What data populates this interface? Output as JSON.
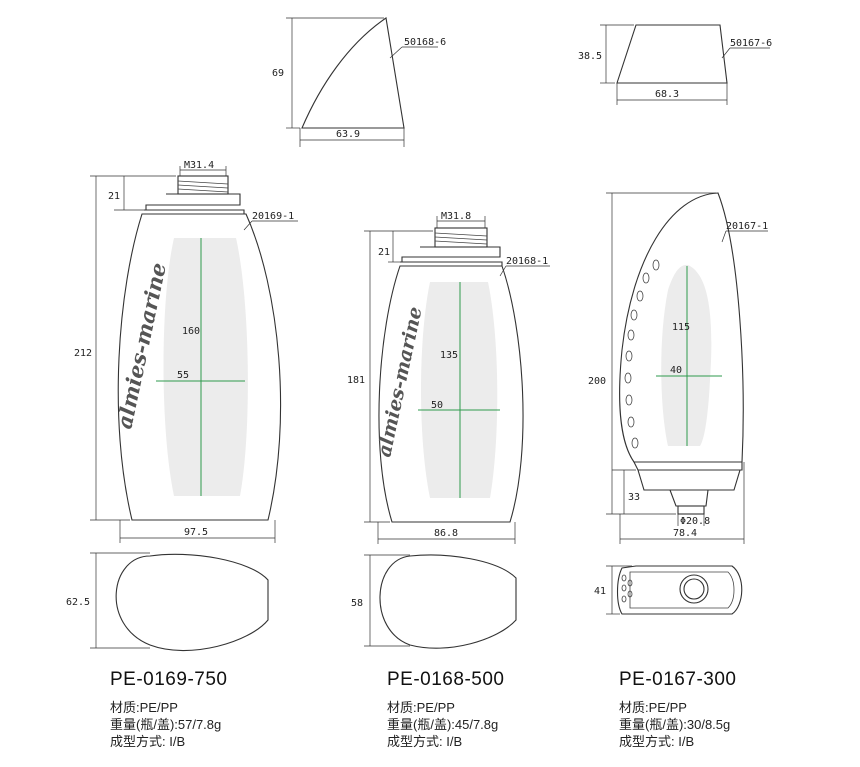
{
  "drawings": {
    "cap_50168": {
      "code": "50168-6",
      "height": "69",
      "width": "63.9"
    },
    "cap_50167": {
      "code": "50167-6",
      "height": "38.5",
      "width": "68.3"
    },
    "bottle_0169": {
      "thread": "M31.4",
      "neck": "21",
      "code": "20169-1",
      "height": "212",
      "label_height": "160",
      "label_width": "55",
      "width": "97.5",
      "depth": "62.5",
      "brand": "almies-marine"
    },
    "bottle_0168": {
      "thread": "M31.8",
      "neck": "21",
      "code": "20168-1",
      "height": "181",
      "label_height": "135",
      "label_width": "50",
      "width": "86.8",
      "depth": "58",
      "brand": "almies-marine"
    },
    "bottle_0167": {
      "code": "20167-1",
      "height": "200",
      "label_height": "115",
      "label_width": "40",
      "cap_height": "33",
      "orifice": "Φ20.8",
      "width": "78.4",
      "depth": "41"
    }
  },
  "products": [
    {
      "model": "PE-0169-750",
      "material": "材质:PE/PP",
      "weight": "重量(瓶/盖):57/7.8g",
      "process": "成型方式: I/B"
    },
    {
      "model": "PE-0168-500",
      "material": "材质:PE/PP",
      "weight": "重量(瓶/盖):45/7.8g",
      "process": "成型方式: I/B"
    },
    {
      "model": "PE-0167-300",
      "material": "材质:PE/PP",
      "weight": "重量(瓶/盖):30/8.5g",
      "process": "成型方式: I/B"
    }
  ],
  "colors": {
    "line": "#333333",
    "label_panel": "#ececec",
    "centerline": "#2e9a4d"
  }
}
